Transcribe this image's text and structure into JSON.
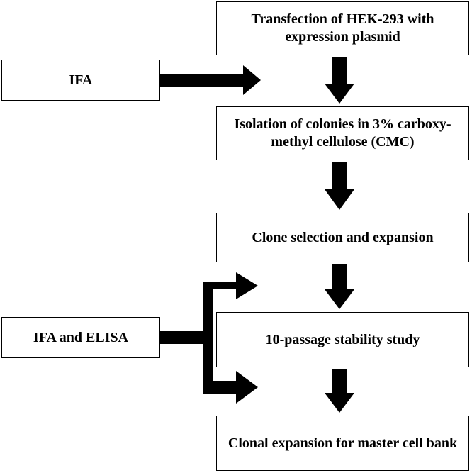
{
  "diagram": {
    "steps": [
      {
        "id": "transfection",
        "label": "Transfection of HEK-293 with expression plasmid"
      },
      {
        "id": "isolation",
        "label": "Isolation of colonies in 3% carboxy-methyl cellulose (CMC)"
      },
      {
        "id": "clone-selection",
        "label": "Clone selection and expansion"
      },
      {
        "id": "stability",
        "label": "10-passage stability study"
      },
      {
        "id": "master-bank",
        "label": "Clonal expansion for master cell bank"
      }
    ],
    "assays": [
      {
        "id": "ifa",
        "label": "IFA"
      },
      {
        "id": "ifa-elisa",
        "label": "IFA and ELISA"
      }
    ]
  }
}
